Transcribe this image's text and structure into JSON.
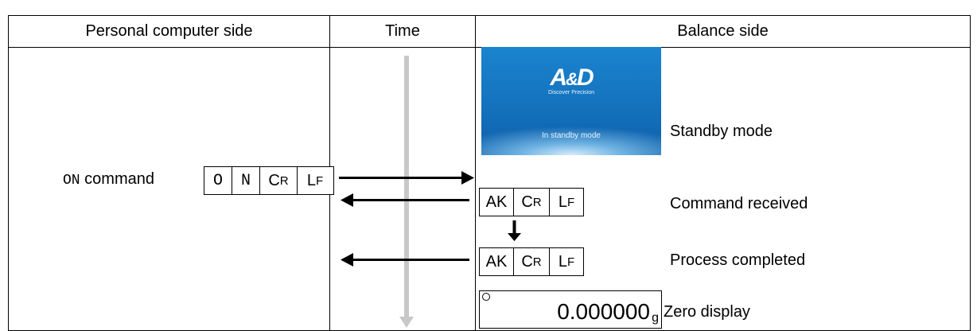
{
  "table": {
    "headers": [
      "Personal computer side",
      "Time",
      "Balance side"
    ]
  },
  "pc_side": {
    "command_code": "ON",
    "command_word": " command",
    "chars": [
      "O",
      "N"
    ],
    "cr": {
      "big": "C",
      "small": "R"
    },
    "lf": {
      "big": "L",
      "small": "F"
    }
  },
  "balance_side": {
    "standby_screen": {
      "logo": "A&D",
      "tagline": "Discover Precision",
      "mode_text": "In standby mode"
    },
    "labels": {
      "standby": "Standby mode",
      "received": "Command received",
      "completed": "Process completed",
      "zero": "Zero display"
    },
    "response": {
      "ak": "AK",
      "cr": {
        "big": "C",
        "small": "R"
      },
      "lf": {
        "big": "L",
        "small": "F"
      }
    },
    "zero_display": {
      "value": "0.000000",
      "unit": "g"
    }
  },
  "colors": {
    "arrow": "#000000",
    "time_line": "#c8c8c8",
    "standby_bg": "#1472bd"
  }
}
